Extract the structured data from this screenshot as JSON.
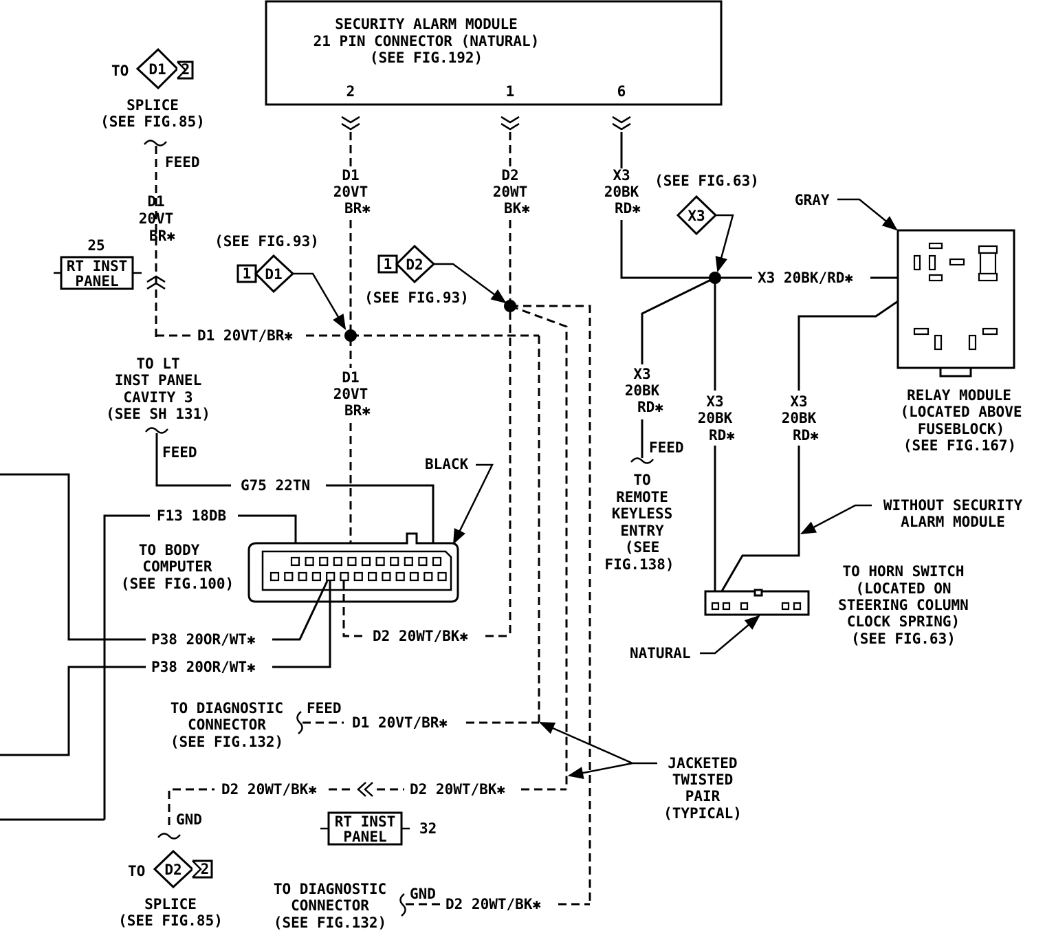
{
  "module": {
    "line1": "SECURITY ALARM MODULE",
    "line2": "21 PIN CONNECTOR (NATURAL)",
    "line3": "(SEE FIG.192)",
    "pin_a": "2",
    "pin_b": "1",
    "pin_c": "6"
  },
  "splice_top": {
    "to": "TO",
    "id": "D1",
    "num": "2",
    "label": "SPLICE",
    "ref": "(SEE FIG.85)",
    "feed": "FEED",
    "w1": "D1",
    "w2": "20VT",
    "w3": "BR✱"
  },
  "rt_inst_top": {
    "num": "25",
    "line1": "RT INST",
    "line2": "PANEL"
  },
  "wire_d1_horizontal": "D1 20VT/BR✱",
  "pin2_wire": {
    "w1": "D1",
    "w2": "20VT",
    "w3": "BR✱"
  },
  "pin1_wire": {
    "w1": "D2",
    "w2": "20WT",
    "w3": "BK✱"
  },
  "pin6_wire": {
    "w1": "X3",
    "w2": "20BK",
    "w3": "RD✱"
  },
  "d1_flag": {
    "num": "1",
    "id": "D1",
    "ref": "(SEE FIG.93)"
  },
  "d2_flag": {
    "num": "1",
    "id": "D2",
    "ref": "(SEE FIG.93)"
  },
  "d1_lower": {
    "w1": "D1",
    "w2": "20VT",
    "w3": "BR✱"
  },
  "lt_inst": {
    "line1": "TO LT",
    "line2": "INST PANEL",
    "line3": "CAVITY 3",
    "line4": "(SEE SH 131)",
    "feed": "FEED"
  },
  "g75": "G75 22TN",
  "black": "BLACK",
  "f13": "F13 18DB",
  "body_computer": {
    "line1": "TO BODY",
    "line2": "COMPUTER",
    "line3": "(SEE FIG.100)"
  },
  "p38a": "P38 20OR/WT✱",
  "p38b": "P38 20OR/WT✱",
  "d2_bottom": "D2 20WT/BK✱",
  "diag1": {
    "line1": "TO DIAGNOSTIC",
    "line2": "CONNECTOR",
    "line3": "(SEE FIG.132)",
    "feed": "FEED",
    "wire": "D1 20VT/BR✱"
  },
  "d2_left": "D2 20WT/BK✱",
  "d2_right": "D2 20WT/BK✱",
  "gnd_splice": {
    "gnd": "GND",
    "to": "TO",
    "id": "D2",
    "num": "2",
    "label": "SPLICE",
    "ref": "(SEE FIG.85)"
  },
  "rt_inst_bottom": {
    "num": "32",
    "line1": "RT INST",
    "line2": "PANEL"
  },
  "diag2": {
    "line1": "TO DIAGNOSTIC",
    "line2": "CONNECTOR",
    "line3": "(SEE FIG.132)",
    "gnd": "GND",
    "wire": "D2 20WT/BK✱"
  },
  "jacketed": {
    "line1": "JACKETED",
    "line2": "TWISTED",
    "line3": "PAIR",
    "line4": "(TYPICAL)"
  },
  "x3_flag": {
    "id": "X3",
    "ref": "(SEE FIG.63)"
  },
  "x3_horizontal": "X3 20BK/RD✱",
  "gray": "GRAY",
  "relay": {
    "line1": "RELAY MODULE",
    "line2": "(LOCATED ABOVE",
    "line3": "FUSEBLOCK)",
    "line4": "(SEE FIG.167)"
  },
  "x3_keyless": {
    "w1": "X3",
    "w2": "20BK",
    "w3": "RD✱",
    "feed": "FEED"
  },
  "remote": {
    "line1": "TO",
    "line2": "REMOTE",
    "line3": "KEYLESS",
    "line4": "ENTRY",
    "line5": "(SEE",
    "line6": "FIG.138)"
  },
  "x3_mid": {
    "w1": "X3",
    "w2": "20BK",
    "w3": "RD✱"
  },
  "x3_right": {
    "w1": "X3",
    "w2": "20BK",
    "w3": "RD✱"
  },
  "without": {
    "line1": "WITHOUT SECURITY",
    "line2": "ALARM MODULE"
  },
  "horn": {
    "line1": "TO HORN SWITCH",
    "line2": "(LOCATED ON",
    "line3": "STEERING COLUMN",
    "line4": "CLOCK SPRING)",
    "line5": "(SEE FIG.63)"
  },
  "natural": "NATURAL"
}
